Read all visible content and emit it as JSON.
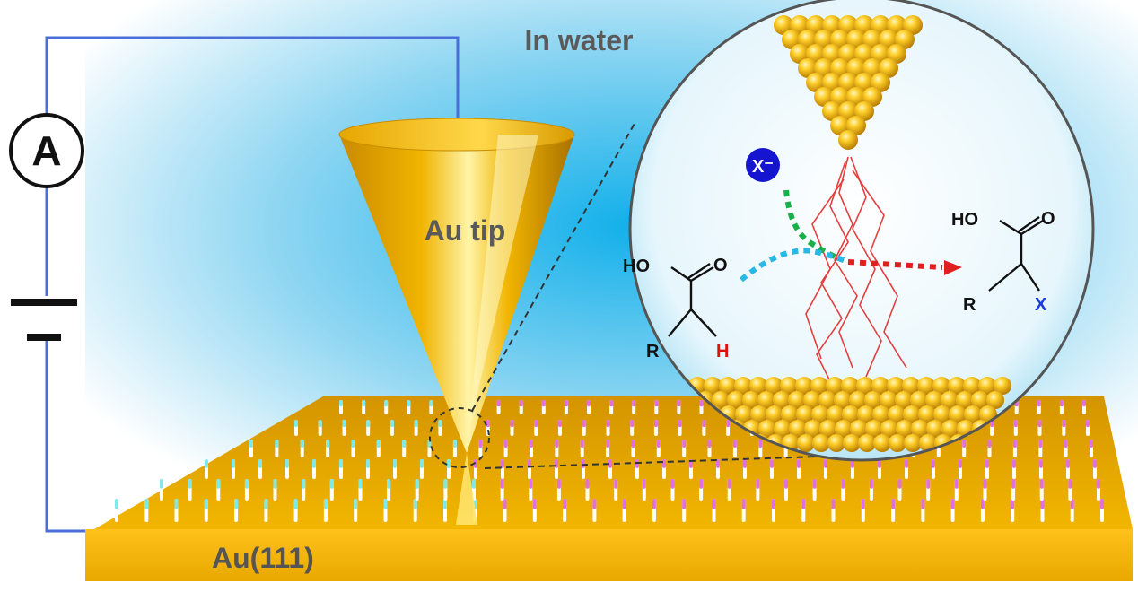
{
  "labels": {
    "medium": "In water",
    "tip": "Au tip",
    "substrate": "Au(111)",
    "ammeter": "A",
    "anion": "X⁻"
  },
  "reactant": {
    "ho": "HO",
    "o": "O",
    "r": "R",
    "h": "H"
  },
  "product": {
    "ho": "HO",
    "o": "O",
    "r": "R",
    "x": "X"
  },
  "colors": {
    "gold": "#f5b800",
    "background_blue": "#1ab4ea",
    "circuit_wire": "#4a6fd8",
    "molecule_left": "#7fe8e8",
    "molecule_right": "#e070e0",
    "anion": "#1515d0",
    "hydrogen": "#e01010",
    "halogen": "#1a3ad8",
    "current": "#e02020",
    "path_green": "#19b04a",
    "path_cyan": "#27b8e6",
    "path_red": "#e02020",
    "text_gray": "#5a5a5a"
  },
  "icons": {
    "ammeter": "ammeter-icon",
    "battery": "battery-icon",
    "arrow": "arrow-right-icon"
  }
}
